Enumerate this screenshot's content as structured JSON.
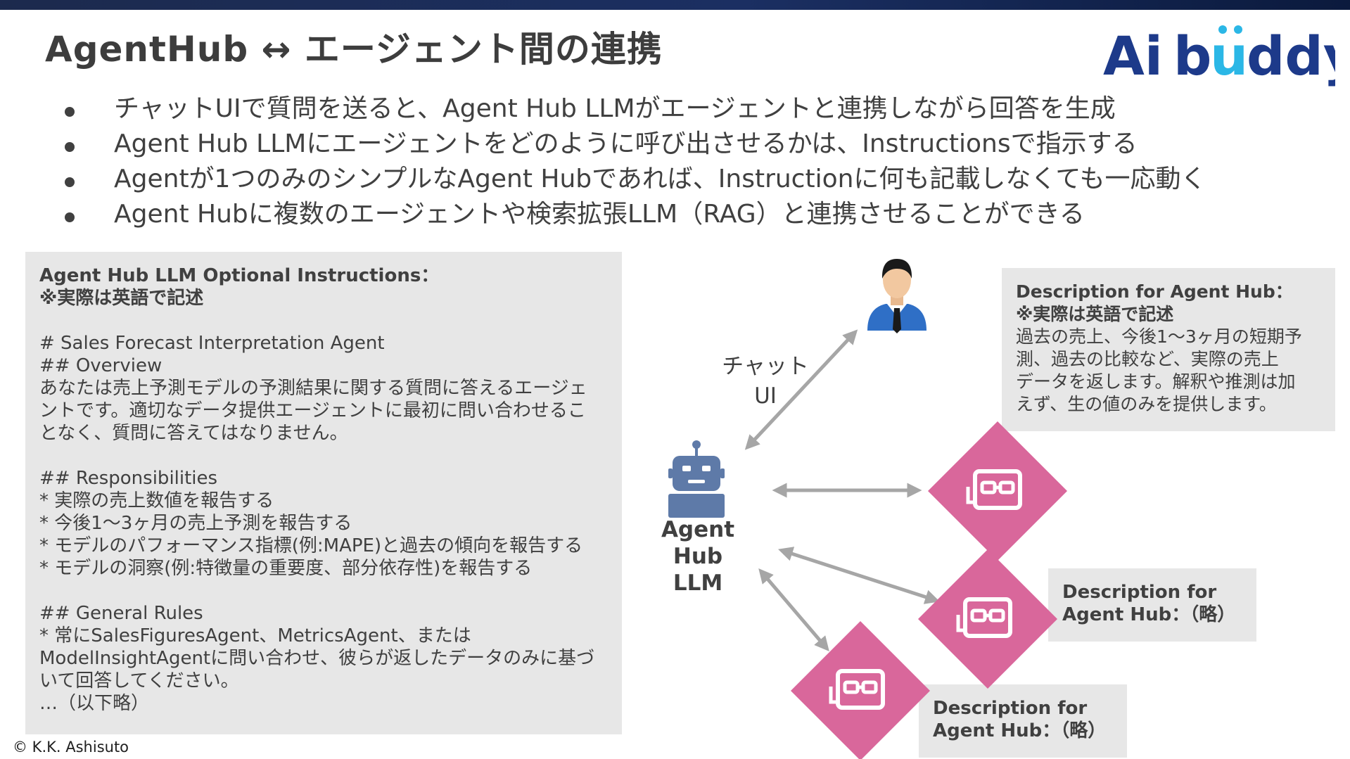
{
  "slide": {
    "title": "AgentHub ↔ エージェント間の連携",
    "logo_text": "Aibuddy",
    "copyright": "© K.K. Ashisuto"
  },
  "bullets": [
    "チャットUIで質問を送ると、Agent Hub LLMがエージェントと連携しながら回答を生成",
    "Agent Hub LLMにエージェントをどのように呼び出させるかは、Instructionsで指示する",
    "Agentが1つのみのシンプルなAgent Hubであれば、Instructionに何も記載しなくても一応動く",
    "Agent Hubに複数のエージェントや検索拡張LLM（RAG）と連携させることができる"
  ],
  "instructions": {
    "heading": "Agent Hub LLM Optional Instructions：",
    "note": "※実際は英語で記述",
    "agent_title": "# Sales Forecast Interpretation Agent",
    "overview_heading": "## Overview",
    "overview_line1": "あなたは売上予測モデルの予測結果に関する質問に答えるエージェ",
    "overview_line2": "ントです。適切なデータ提供エージェントに最初に問い合わせるこ",
    "overview_line3": "となく、質問に答えてはなりません。",
    "resp_heading": "## Responsibilities",
    "resp_items": [
      "* 実際の売上数値を報告する",
      "* 今後1～3ヶ月の売上予測を報告する",
      "* モデルのパフォーマンス指標(例:MAPE)と過去の傾向を報告する",
      "* モデルの洞察(例:特徴量の重要度、部分依存性)を報告する"
    ],
    "rules_heading": "## General Rules",
    "rules_line1": "* 常にSalesFiguresAgent、MetricsAgent、または",
    "rules_line2": "ModelInsightAgentに問い合わせ、彼らが返したデータのみに基づ",
    "rules_line3": "いて回答してください。",
    "rules_more": "…（以下略）"
  },
  "description_main": {
    "heading": "Description for Agent Hub：",
    "note": "※実際は英語で記述",
    "line1": "過去の売上、今後1～3ヶ月の短期予",
    "line2": "測、過去の比較など、実際の売上",
    "line3": "データを返します。解釈や推測は加",
    "line4": "えず、生の値のみを提供します。"
  },
  "description_agent2": {
    "line1": "Description for",
    "line2": "Agent Hub：（略）"
  },
  "description_agent3": {
    "line1": "Description for",
    "line2": "Agent Hub：（略）"
  },
  "diagram": {
    "chat_line1": "チャット",
    "chat_line2": "UI",
    "llm_line1": "Agent Hub",
    "llm_line2": "LLM"
  },
  "colors": {
    "title_bar": "#1b2f62",
    "logo_navy": "#1d3a8a",
    "logo_cyan": "#2bb7e6",
    "agent_pink": "#d9679b",
    "robot_blue": "#5e7aa8",
    "arrow_gray": "#a6a6a6",
    "panel_gray": "#e7e7e7"
  },
  "icons": {
    "user": "businessman-icon",
    "llm": "robot-icon",
    "agent": "agent-bot-diamond-icon"
  }
}
